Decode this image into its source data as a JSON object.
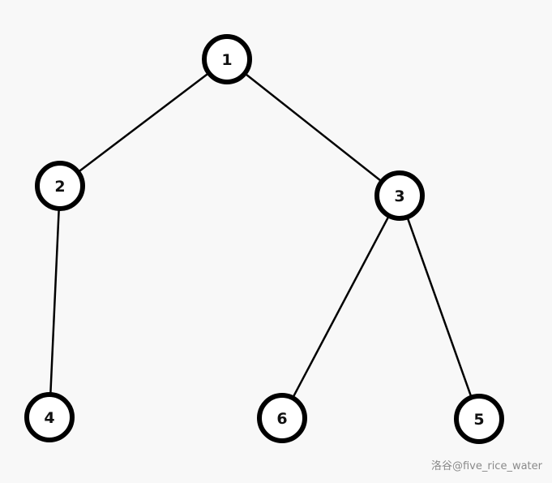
{
  "graph": {
    "nodes": [
      {
        "id": "1",
        "label": "1"
      },
      {
        "id": "2",
        "label": "2"
      },
      {
        "id": "3",
        "label": "3"
      },
      {
        "id": "4",
        "label": "4"
      },
      {
        "id": "6",
        "label": "6"
      },
      {
        "id": "5",
        "label": "5"
      }
    ],
    "edges": [
      [
        "1",
        "2"
      ],
      [
        "1",
        "3"
      ],
      [
        "2",
        "4"
      ],
      [
        "3",
        "6"
      ],
      [
        "3",
        "5"
      ]
    ]
  },
  "watermark": "洛谷@five_rice_water"
}
